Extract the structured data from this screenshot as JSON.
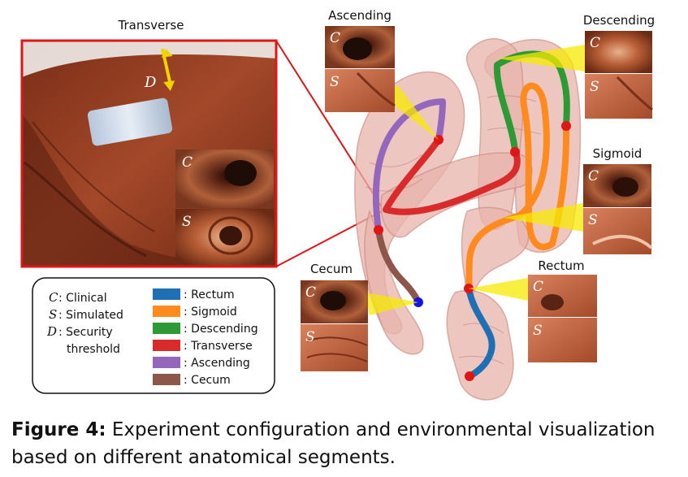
{
  "panels": {
    "transverse": "Transverse",
    "ascending": "Ascending",
    "descending": "Descending",
    "sigmoid": "Sigmoid",
    "cecum": "Cecum",
    "rectum": "Rectum"
  },
  "thumb_letters": {
    "clinical": "C",
    "simulated": "S"
  },
  "inset": {
    "threshold_symbol": "D"
  },
  "legend": {
    "symbols": [
      {
        "sym": "C",
        "text": ": Clinical"
      },
      {
        "sym": "S",
        "text": ": Simulated"
      },
      {
        "sym": "D",
        "text": ": Security"
      },
      {
        "sym": "",
        "text": "threshold"
      }
    ],
    "segments": [
      {
        "color": "#1f6fb4",
        "text": ": Rectum"
      },
      {
        "color": "#ff8a1e",
        "text": ": Sigmoid"
      },
      {
        "color": "#2e9a35",
        "text": ": Descending"
      },
      {
        "color": "#d92b2b",
        "text": ": Transverse"
      },
      {
        "color": "#9467bd",
        "text": ": Ascending"
      },
      {
        "color": "#8c564b",
        "text": ": Cecum"
      }
    ]
  },
  "caption": {
    "label": "Figure 4:",
    "text": " Experiment configuration and environmental visualization based on different anatomical segments."
  }
}
